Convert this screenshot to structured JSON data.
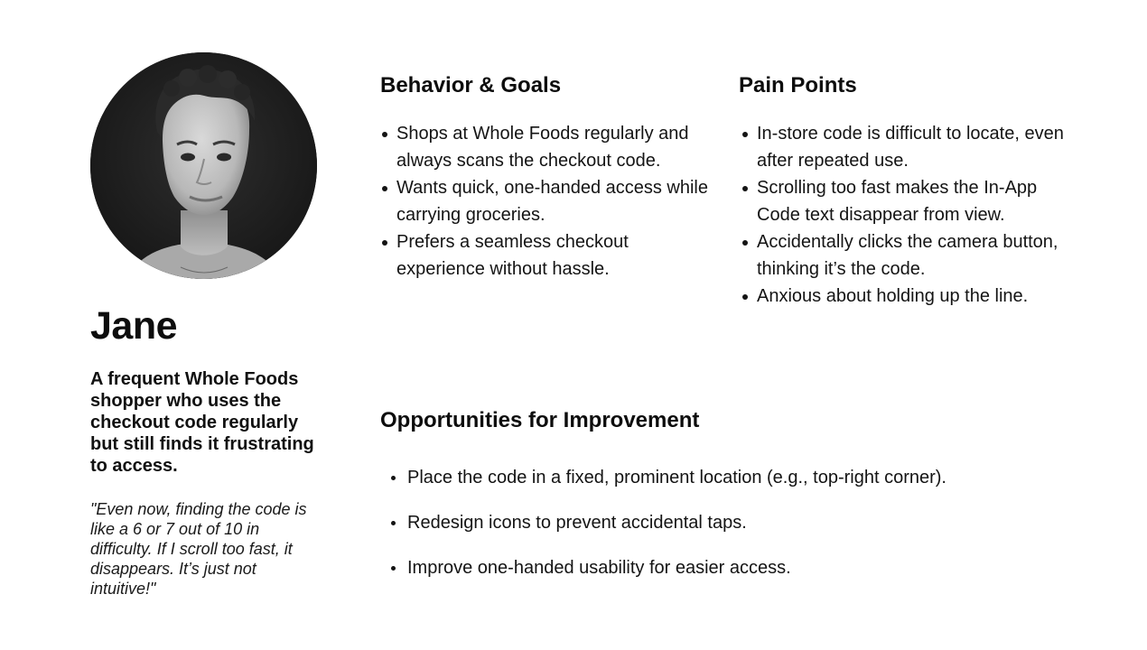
{
  "persona": {
    "name": "Jane",
    "summary": "A frequent Whole Foods shopper who uses the checkout code regularly but still finds it frustrating to access.",
    "quote": "\"Even now, finding the code is like a 6 or 7 out of 10 in difficulty. If I scroll too fast, it disappears. It’s just not intuitive!\"",
    "photo": {
      "style": "black-and-white portrait",
      "icon": "portrait-photo"
    }
  },
  "behavior_goals": {
    "heading": "Behavior & Goals",
    "items": [
      "Shops at Whole Foods regularly and always scans the checkout code.",
      "Wants quick, one-handed access while carrying groceries.",
      "Prefers a seamless checkout experience without hassle."
    ]
  },
  "pain_points": {
    "heading": "Pain Points",
    "items": [
      "In-store code is difficult to locate, even after repeated use.",
      "Scrolling too fast makes the In-App Code text disappear from view.",
      "Accidentally clicks the camera button, thinking it’s the code.",
      "Anxious about holding up the line."
    ]
  },
  "opportunities": {
    "heading": "Opportunities for Improvement",
    "items": [
      "Place the code in a fixed, prominent location (e.g., top-right corner).",
      "Redesign icons to prevent accidental taps.",
      "Improve one-handed usability for easier access."
    ]
  },
  "colors": {
    "background": "#ffffff",
    "text": "#111111",
    "photo_background": "#1f1f1f"
  }
}
